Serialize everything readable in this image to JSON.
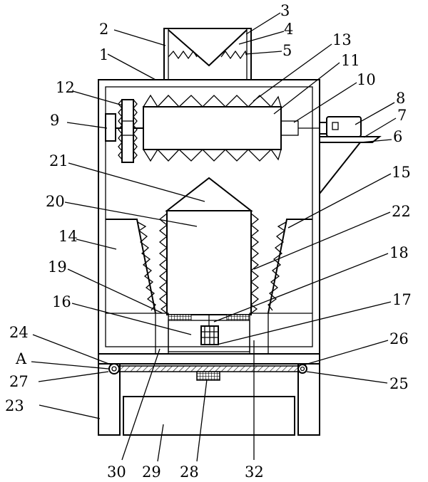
{
  "labels": {
    "l1": "1",
    "l2": "2",
    "l3": "3",
    "l4": "4",
    "l5": "5",
    "l6": "6",
    "l7": "7",
    "l8": "8",
    "l9": "9",
    "l10": "10",
    "l11": "11",
    "l12": "12",
    "l13": "13",
    "l14": "14",
    "l15": "15",
    "l16": "16",
    "l17": "17",
    "l18": "18",
    "l19": "19",
    "l20": "20",
    "l21": "21",
    "l22": "22",
    "l23": "23",
    "l24": "24",
    "lA": "A",
    "l25": "25",
    "l26": "26",
    "l27": "27",
    "l28": "28",
    "l29": "29",
    "l30": "30",
    "l32": "32"
  }
}
